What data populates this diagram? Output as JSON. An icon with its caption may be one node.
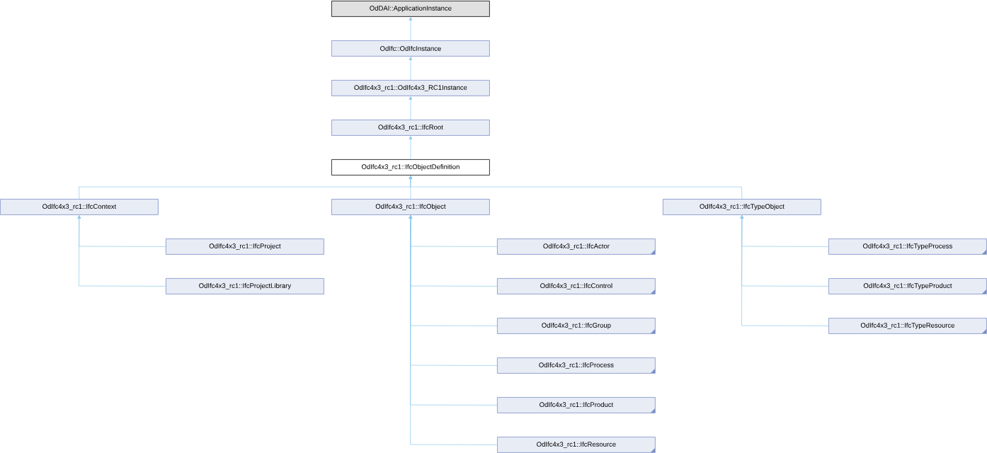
{
  "diagram": {
    "nodes": [
      {
        "text": [
          "OdDAI::ApplicationInstance"
        ]
      },
      {
        "text": [
          "OdIfc::OdIfcInstance"
        ]
      },
      {
        "text": [
          "OdIfc4x3_rc1::OdIfc4x3_RC1Instance"
        ]
      },
      {
        "text": [
          "OdIfc4x3_rc1::IfcRoot"
        ]
      },
      {
        "text": [
          "OdIfc4x3_rc1::IfcObjectDefinition"
        ]
      },
      {
        "text": [
          "OdIfc4x3_rc1::IfcContext"
        ]
      },
      {
        "text": [
          "OdIfc4x3_rc1::IfcObject"
        ]
      },
      {
        "text": [
          "OdIfc4x3_rc1::IfcTypeObject"
        ]
      },
      {
        "text": [
          "OdIfc4x3_rc1::IfcProject"
        ]
      },
      {
        "text": [
          "OdIfc4x3_rc1::IfcProjectLibrary"
        ]
      },
      {
        "text": [
          "OdIfc4x3_rc1::IfcActor"
        ]
      },
      {
        "text": [
          "OdIfc4x3_rc1::IfcControl"
        ]
      },
      {
        "text": [
          "OdIfc4x3_rc1::IfcGroup"
        ]
      },
      {
        "text": [
          "OdIfc4x3_rc1::IfcProcess"
        ]
      },
      {
        "text": [
          "OdIfc4x3_rc1::IfcProduct"
        ]
      },
      {
        "text": [
          "OdIfc4x3_rc1::IfcResource"
        ]
      },
      {
        "text": [
          "OdIfc4x3_rc1::IfcTypeProcess"
        ]
      },
      {
        "text": [
          "OdIfc4x3_rc1::IfcTypeProduct"
        ]
      },
      {
        "text": [
          "OdIfc4x3_rc1::IfcTypeResource"
        ]
      }
    ],
    "edges": [
      {
        "from": 1,
        "to": 0,
        "arrow": "to"
      },
      {
        "from": 2,
        "to": 1,
        "arrow": "to"
      },
      {
        "from": 3,
        "to": 2,
        "arrow": "to"
      },
      {
        "from": 4,
        "to": 3,
        "arrow": "to"
      },
      {
        "from": 5,
        "to": 4,
        "arrow": "to"
      },
      {
        "from": 6,
        "to": 4,
        "arrow": "to"
      },
      {
        "from": 7,
        "to": 4,
        "arrow": "to"
      },
      {
        "from": 8,
        "to": 5,
        "arrow": "to"
      },
      {
        "from": 9,
        "to": 5,
        "arrow": "to"
      },
      {
        "from": 10,
        "to": 6,
        "arrow": "to"
      },
      {
        "from": 11,
        "to": 6,
        "arrow": "to"
      },
      {
        "from": 12,
        "to": 6,
        "arrow": "to"
      },
      {
        "from": 13,
        "to": 6,
        "arrow": "to"
      },
      {
        "from": 14,
        "to": 6,
        "arrow": "to"
      },
      {
        "from": 15,
        "to": 6,
        "arrow": "to"
      },
      {
        "from": 16,
        "to": 7,
        "arrow": "to"
      },
      {
        "from": 17,
        "to": 7,
        "arrow": "to"
      },
      {
        "from": 18,
        "to": 7,
        "arrow": "to"
      }
    ]
  }
}
